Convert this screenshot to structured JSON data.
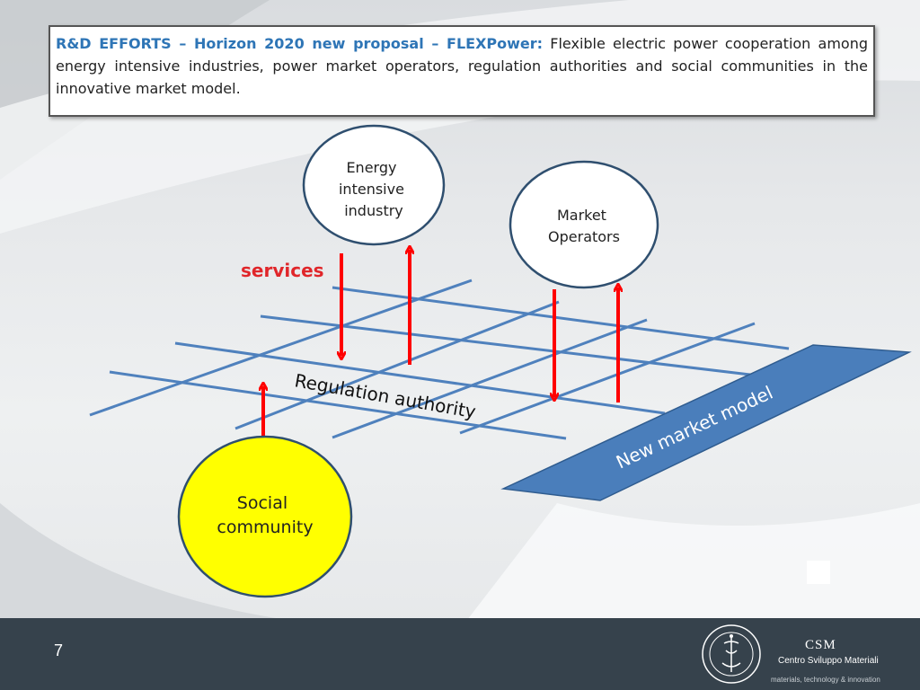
{
  "header": {
    "lead": "R&D EFFORTS – Horizon 2020 new proposal – FLEXPower:",
    "body": " Flexible electric power cooperation among energy intensive industries, power market operators, regulation authorities and social communities in the innovative market model."
  },
  "diagram": {
    "energy_node": [
      "Energy",
      "intensive",
      "industry"
    ],
    "market_node": [
      "Market",
      "Operators"
    ],
    "social_node": [
      "Social",
      "community"
    ],
    "services_label": "services",
    "grid_label": "Regulation authority",
    "market_model_label": "New market model"
  },
  "colors": {
    "accent": "#2e75b6",
    "arrow": "#ff0000",
    "grid": "#4f81bd",
    "social": "#ffff00",
    "parallelogram": "#4a7ebb",
    "footer": "#36424c"
  },
  "footer": {
    "page_number": "7",
    "org_short": "CSM",
    "org_name": "Centro Sviluppo Materiali",
    "tagline": "materials, technology & innovation",
    "logo_icon": "rina-seal-icon"
  }
}
